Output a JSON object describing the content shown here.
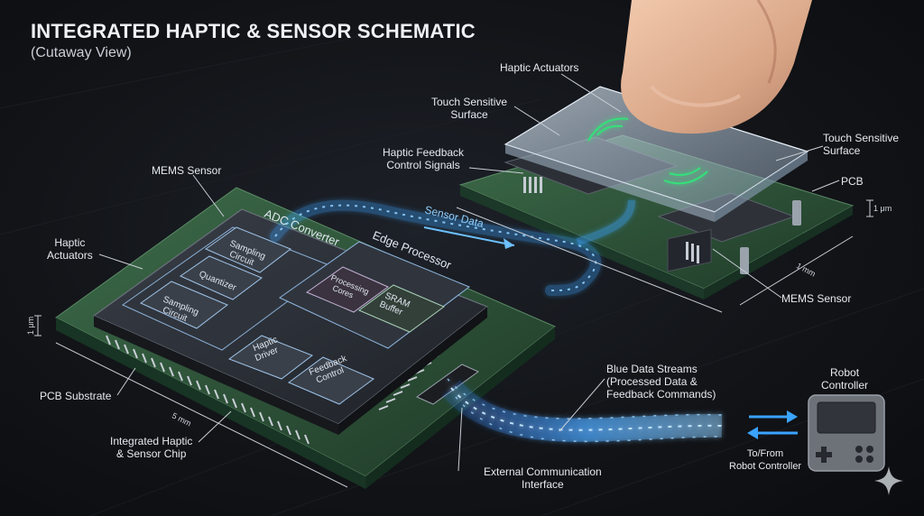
{
  "header": {
    "title": "INTEGRATED HAPTIC & SENSOR SCHEMATIC",
    "subtitle": "(Cutaway View)"
  },
  "labels": {
    "haptic_actuators_top": "Haptic Actuators",
    "touch_sensitive_surface_left": [
      "Touch Sensitive",
      "Surface"
    ],
    "touch_sensitive_surface_right": [
      "Touch Sensitive",
      "Surface"
    ],
    "haptic_feedback_control_signals": [
      "Haptic Feedback",
      "Control Signals"
    ],
    "mems_sensor_left": "MEMS Sensor",
    "mems_sensor_right": "MEMS Sensor",
    "pcb_right": "PCB",
    "haptic_actuators_left": [
      "Haptic",
      "Actuators"
    ],
    "pcb_substrate": "PCB Substrate",
    "integrated_chip": [
      "Integrated Haptic",
      "& Sensor Chip"
    ],
    "blue_data_streams": [
      "Blue Data Streams",
      "(Processed Data &",
      "Feedback Commands)"
    ],
    "external_interface": [
      "External Communication",
      "Interface"
    ],
    "robot_controller": [
      "Robot",
      "Controller"
    ],
    "to_from_robot": [
      "To/From",
      "Robot Controller"
    ],
    "sensor_data": "Sensor Data"
  },
  "chip_blocks": {
    "adc_converter": "ADC Converter",
    "edge_processor": "Edge Processor",
    "sampling_circuit_1": [
      "Sampling",
      "Circuit"
    ],
    "sampling_circuit_2": [
      "Sampling",
      "Circuit"
    ],
    "quantizer": "Quantizer",
    "processing_cores": [
      "Processing",
      "Cores"
    ],
    "sram_buffer": [
      "SRAM",
      "Buffer"
    ],
    "haptic_driver": [
      "Haptic",
      "Driver"
    ],
    "feedback_control": [
      "Feedback",
      "Control"
    ]
  },
  "dimensions": {
    "left_1um": "1 μm",
    "right_1um": "1 μm",
    "five_mm": "5 mm",
    "one_mm": "1 mm"
  },
  "colors": {
    "accent_blue": "#3aa3ff",
    "pcb_green": "#2f5b3d",
    "chip_dark": "#2b2f36",
    "haptic_green": "#34e07a"
  },
  "icons": {
    "robot_controller": "gamepad-icon",
    "bidirectional_arrows": "double-arrow-icon",
    "watermark": "sparkle-icon"
  }
}
